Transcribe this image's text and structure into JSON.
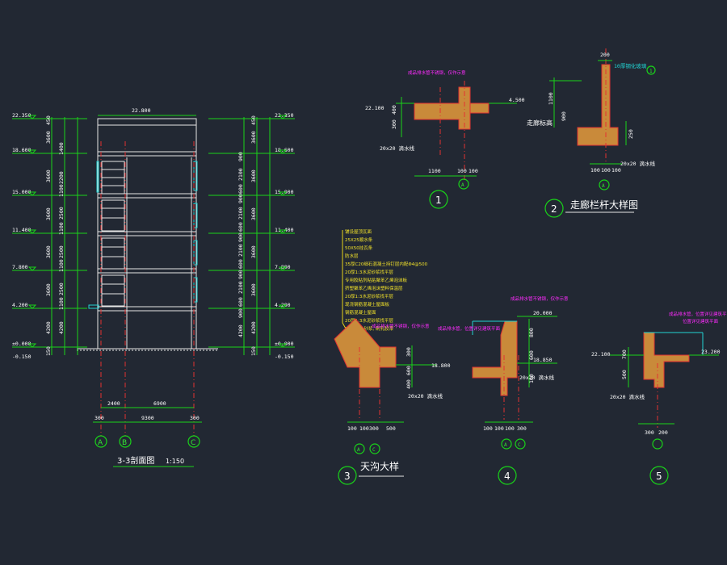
{
  "section_drawing": {
    "title": "3-3剖面图",
    "scale": "1:150",
    "top_dim": "22.800",
    "axis_labels": [
      "A",
      "B",
      "C"
    ],
    "bottom_dims_row1": [
      "2400",
      "6900"
    ],
    "bottom_dims_row2": [
      "300",
      "9300",
      "300"
    ],
    "left_elevations": [
      "22.350",
      "18.600",
      "15.000",
      "11.400",
      "7.800",
      "4.200",
      "±0.000",
      "-0.150"
    ],
    "right_elevations": [
      "22.350",
      "18.600",
      "15.000",
      "11.400",
      "7.800",
      "4.200",
      "±0.000",
      "-0.150"
    ],
    "left_dims_outer": [
      "450",
      "3600",
      "3600",
      "3600",
      "3600",
      "3600",
      "4200",
      "150"
    ],
    "left_dims_inner": [
      "1400",
      "2200",
      "1100",
      "2500",
      "1100",
      "2500",
      "1100",
      "2500",
      "1100",
      "4200"
    ],
    "right_dims_outer": [
      "450",
      "3600",
      "3600",
      "3600",
      "3600",
      "3600",
      "4200",
      "150"
    ],
    "right_dims_inner": [
      "900",
      "2100",
      "600",
      "900",
      "2100",
      "600",
      "900",
      "2100",
      "600",
      "900",
      "2100",
      "600",
      "900",
      "4200"
    ]
  },
  "detail1": {
    "number": "1",
    "elevation_left": "22.100",
    "elevation_right": "4.500",
    "dims_v": [
      "400",
      "300"
    ],
    "dims_h": [
      "1100",
      "100",
      "100"
    ],
    "axis": "A",
    "note_m": "成品排水管不锈钢，仅作示意",
    "label_drip": "20x20 滴水线"
  },
  "detail2": {
    "number": "2",
    "title": "走廊栏杆大样图",
    "label_left": "走廊标高",
    "dims_top": [
      "200"
    ],
    "dims_v": [
      "1100",
      "900",
      "250"
    ],
    "dims_h": [
      "100",
      "100",
      "100"
    ],
    "axis": "A",
    "ref": "1",
    "note_c": "10厚钢化玻璃",
    "label_drip": "20x20 滴水线"
  },
  "detail3": {
    "number": "3",
    "title": "天沟大样",
    "elevation": "18.800",
    "axis_labels": [
      "A",
      "C"
    ],
    "dims_h": [
      "100",
      "100",
      "300",
      "500"
    ],
    "dims_v": [
      "300",
      "600",
      "400"
    ],
    "note_m": "成品排水管不锈钢，仅作示意",
    "label_drip": "20x20 滴水线",
    "layers": [
      "铺设屋顶瓦面",
      "25X25顺水条",
      "50X50挂瓦条",
      "防水层",
      "35厚C20细石混凝土持钉层内配Φ4@500",
      "20厚1:3水泥砂浆找平层",
      "专用胶粘剂粘贴聚苯乙烯泡沫板",
      "挤塑聚苯乙烯泡沫塑料保温层",
      "20厚1:3水泥砂浆找平层",
      "现浇钢筋混凝土屋面板",
      "钢筋混凝土屋面",
      "20厚1:3水泥砂浆找平层",
      "10厚混合砂浆, 刷乳胶漆"
    ]
  },
  "detail4": {
    "number": "4",
    "elevation_top": "20.000",
    "elevation_bottom": "18.850",
    "axis_labels": [
      "A",
      "C"
    ],
    "dims_h": [
      "100",
      "100",
      "100",
      "300"
    ],
    "dims_v": [
      "800",
      "600",
      "100"
    ],
    "note_m": "成品排水管不锈钢，仅作示意",
    "note_m2": "成品排水管，位置详见建筑平面",
    "label_drip": "20x20 滴水线"
  },
  "detail5": {
    "number": "5",
    "elevation_left": "22.100",
    "elevation_right": "23.200",
    "dims_v": [
      "700",
      "500"
    ],
    "dims_h": [
      "300",
      "200"
    ],
    "note_m": "成品排水管，位置详见建筑平面",
    "note_m2": "位置详见建筑平面",
    "label_drip": "20x20 滴水线"
  },
  "colors": {
    "background": "#222833",
    "dimension": "#19d319",
    "wall": "#e6e6e6",
    "glass": "#22d3d3",
    "axis": "#e23232",
    "note": "#ff2bff",
    "layer_note": "#f0e02a"
  }
}
